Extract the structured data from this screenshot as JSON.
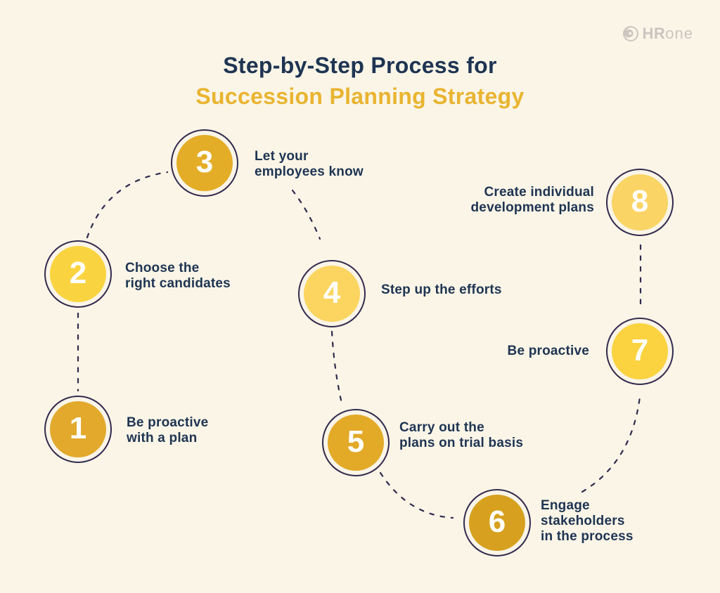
{
  "header": {
    "title_line1": "Step-by-Step Process for",
    "title_line2": "Succession Planning Strategy",
    "logo": {
      "bold": "HR",
      "light": "one"
    }
  },
  "steps": [
    {
      "number": "1",
      "label": "Be proactive\nwith a plan",
      "color": "#e2a92c"
    },
    {
      "number": "2",
      "label": "Choose the\nright candidates",
      "color": "#fad440"
    },
    {
      "number": "3",
      "label": "Let your\nemployees know",
      "color": "#e3ad27"
    },
    {
      "number": "4",
      "label": "Step up the efforts",
      "color": "#fbd55f"
    },
    {
      "number": "5",
      "label": "Carry out the\nplans on trial basis",
      "color": "#e3aa28"
    },
    {
      "number": "6",
      "label": "Engage\nstakeholders\nin the process",
      "color": "#d7a11f"
    },
    {
      "number": "7",
      "label": "Be proactive",
      "color": "#fbd340"
    },
    {
      "number": "8",
      "label": "Create individual\ndevelopment plans",
      "color": "#fad464"
    }
  ],
  "colors": {
    "background": "#faf5e7",
    "title_navy": "#1e3452",
    "title_yellow": "#e9b430",
    "label_navy": "#1e3452",
    "ring_outline": "#322a4e",
    "connector": "#2e2a4c",
    "number_text": "#ffffff",
    "logo_gray": "#cbc5c0"
  }
}
